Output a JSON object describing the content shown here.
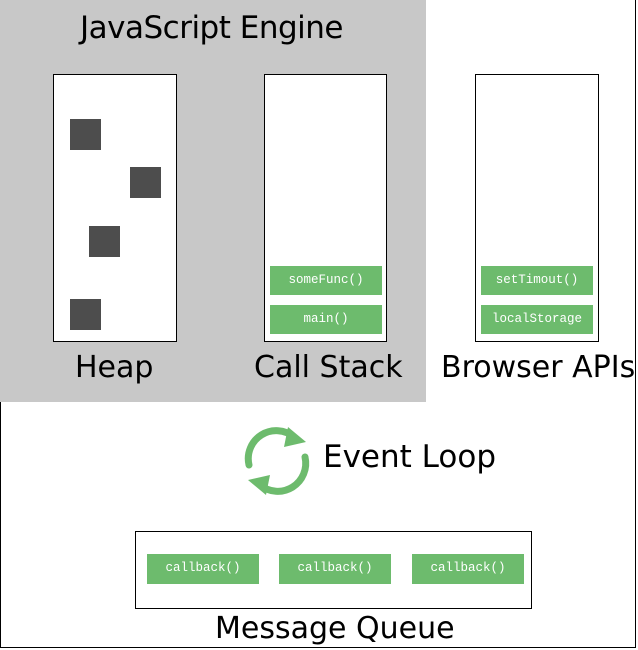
{
  "engine": {
    "title": "JavaScript Engine"
  },
  "heap": {
    "label": "Heap"
  },
  "call_stack": {
    "label": "Call Stack",
    "frames": [
      "someFunc()",
      "main()"
    ]
  },
  "browser_apis": {
    "label": "Browser APIs",
    "items": [
      "setTimout()",
      "localStorage"
    ]
  },
  "event_loop": {
    "label": "Event Loop",
    "icon": "refresh-cycle-icon"
  },
  "message_queue": {
    "label": "Message Queue",
    "callbacks": [
      "callback()",
      "callback()",
      "callback()"
    ]
  },
  "colors": {
    "engine_bg": "#c8c8c8",
    "chip": "#6dbb6d",
    "heap_object": "#4d4d4d",
    "loop_arrow": "#6dbb6d"
  }
}
